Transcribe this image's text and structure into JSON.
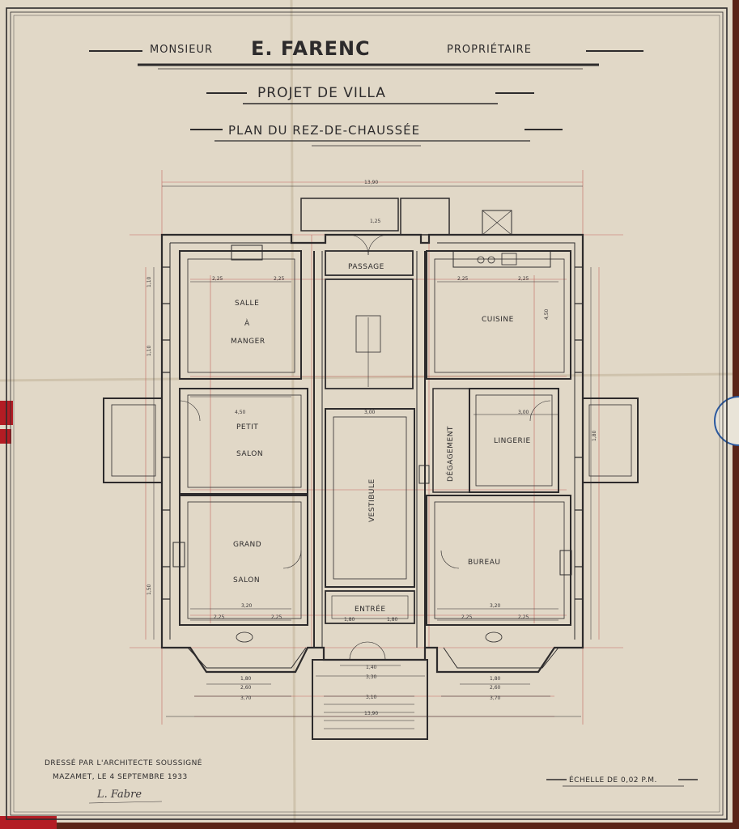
{
  "header": {
    "owner_left": "MONSIEUR",
    "owner_name": "E. FARENC",
    "owner_right": "PROPRIÉTAIRE",
    "project": "PROJET DE VILLA",
    "plan": "PLAN DU REZ-DE-CHAUSSÉE"
  },
  "rooms": {
    "salle_1": "SALLE",
    "salle_2": "À",
    "salle_3": "MANGER",
    "cuisine": "CUISINE",
    "passage": "PASSAGE",
    "petit_1": "PETIT",
    "petit_2": "SALON",
    "vestibule": "VESTIBULE",
    "degagement": "DÉGAGEMENT",
    "lingerie": "LINGERIE",
    "grand_1": "GRAND",
    "grand_2": "SALON",
    "bureau": "BUREAU",
    "entree": "ENTRÉE"
  },
  "dimensions": {
    "top_total": "13,90",
    "bottom_total": "13,90",
    "stair_width": "1,25",
    "room_w_450": "4,50",
    "room_w_300": "3,00",
    "room_w_320": "3,20",
    "half_225": "2,25",
    "salon_260": "2,60",
    "bay_370": "3,70",
    "bay_180": "1,80",
    "entree_330": "3,30",
    "entree_140": "1,40",
    "stair_310": "3,10",
    "vest_300": "3,00",
    "d_225": "2,25",
    "d_450": "4,50",
    "d_110": "1,10",
    "d_150": "1,50",
    "d_180": "1,80"
  },
  "footer": {
    "signed_line1": "DRESSÉ PAR L'ARCHITECTE SOUSSIGNÉ",
    "signed_line2": "MAZAMET, LE 4 SEPTEMBRE 1933",
    "signature": "L. Fabre",
    "scale": "ÉCHELLE DE 0,02 P.M."
  },
  "colors": {
    "paper": "#e4dccd",
    "ink": "#2d2b2c",
    "red_line": "#c46a62",
    "backing": "#5a2418"
  }
}
